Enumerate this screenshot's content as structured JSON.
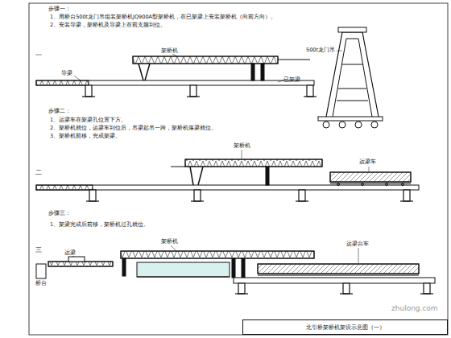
{
  "diagram": {
    "nodes": [
      {
        "text": [
          "北引桥架桥机架设示意图（一）"
        ]
      }
    ],
    "labels": [
      "步骤一：",
      "1、用桥台500t龙门吊组装架桥机JQ900A型架桥机，在已架梁上安装架桥机（向前方向）。",
      "2、安装导梁，架桥机及导梁上在前支腿到位。",
      "一",
      "架桥机",
      "导梁",
      "已架梁",
      "500t龙门吊",
      "步骤二：",
      "1、运梁车在架梁孔位置下方。",
      "2、架桥机就位，运梁车到位后，吊梁起吊一跨，架桥机落梁就位。",
      "3、架桥机前移，完成架梁。",
      "二",
      "架桥机",
      "运梁车",
      "步骤三：",
      "1、架梁完成后前移，架桥机过孔就位。",
      "三",
      "架桥机",
      "运梁台车",
      "运梁",
      "桥台",
      "zhulong.com"
    ]
  }
}
